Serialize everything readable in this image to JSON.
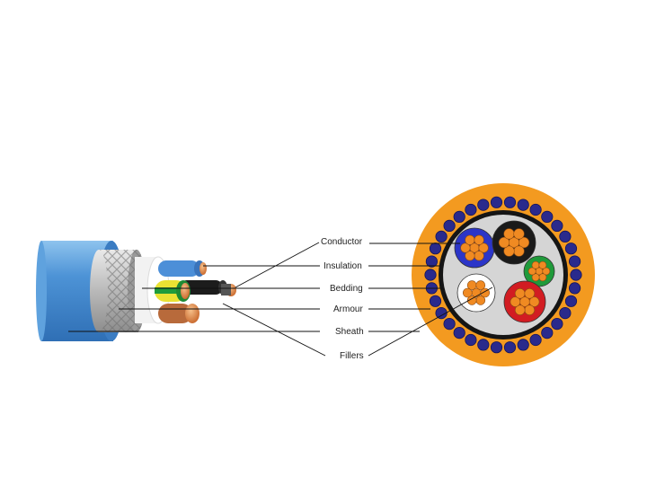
{
  "labels": {
    "conductor": "Conductor",
    "insulation": "Insulation",
    "bedding": "Bedding",
    "armour": "Armour",
    "sheath": "Sheath",
    "fillers": "Fillers"
  },
  "colors": {
    "outer_sheath_blue": "#4f95d6",
    "orange_sheath": "#f29a1f",
    "armour_wire": "#2a2a8c",
    "bedding_black": "#151515",
    "filler_gray": "#d3d3d3",
    "copper": "#f08a22",
    "core_blue": "#2b35c8",
    "core_black": "#1a1a1a",
    "core_green": "#1f9a3a",
    "core_red": "#d21c22",
    "core_white": "#ffffff"
  }
}
